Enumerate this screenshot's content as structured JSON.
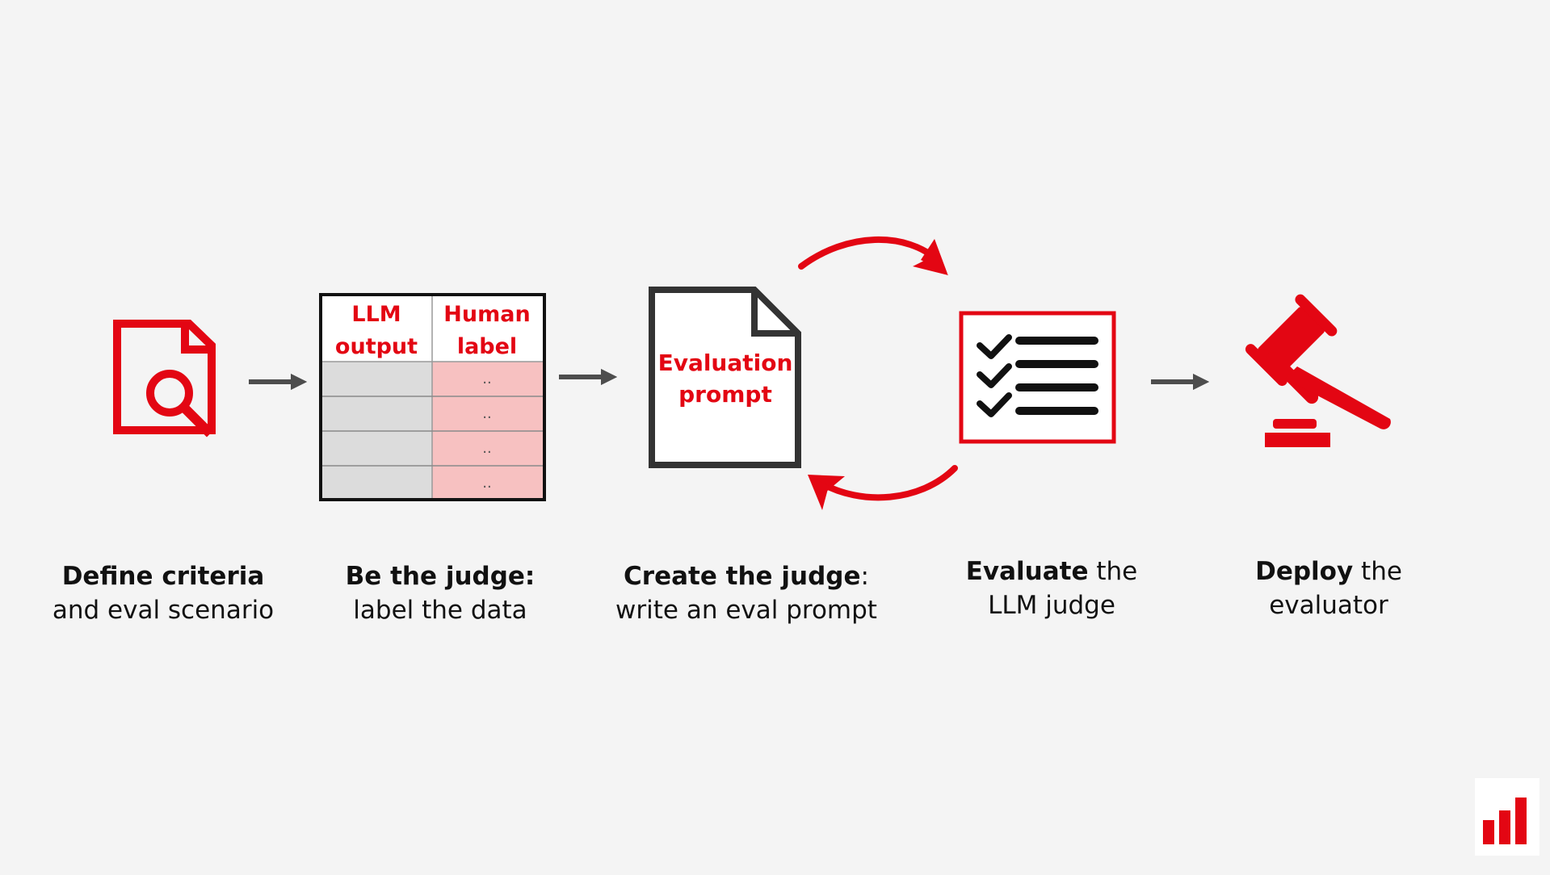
{
  "colors": {
    "accent": "#e30613",
    "background": "#f4f4f4",
    "dark": "#333333",
    "table_gray": "#dcdcdc",
    "table_pink": "#f7c1c1"
  },
  "icons": {
    "step1": "document-search-icon",
    "step2": "labeled-table-icon",
    "step3": "document-icon",
    "step4": "checklist-icon",
    "step5": "gavel-icon",
    "logo": "bar-chart-logo-icon"
  },
  "table": {
    "col1_line1": "LLM",
    "col1_line2": "output",
    "col2_line1": "Human",
    "col2_line2": "label",
    "cells": [
      "..",
      "..",
      "..",
      ".."
    ]
  },
  "prompt_doc": {
    "line1": "Evaluation",
    "line2": "prompt"
  },
  "steps": [
    {
      "bold": "Define criteria",
      "rest": "",
      "line2": "and eval scenario"
    },
    {
      "bold": "Be the judge:",
      "rest": "",
      "line2": "label the data"
    },
    {
      "bold": "Create the judge",
      "rest": ":",
      "line2": "write an eval prompt"
    },
    {
      "bold": "Evaluate",
      "rest": " the",
      "line2": "LLM judge"
    },
    {
      "bold": "Deploy",
      "rest": " the",
      "line2": "evaluator"
    }
  ]
}
